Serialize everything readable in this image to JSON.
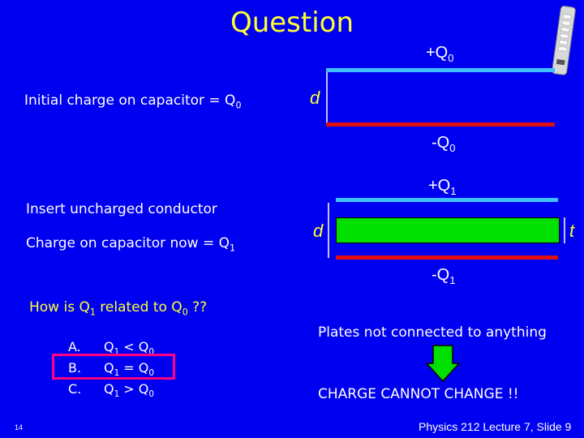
{
  "title": "Question",
  "top_capacitor": {
    "top_label": "+Q",
    "top_sub": "0",
    "bottom_label": "-Q",
    "bottom_sub": "0",
    "gap_label": "d"
  },
  "bottom_capacitor": {
    "top_label": "+Q",
    "top_sub": "1",
    "bottom_label": "-Q",
    "bottom_sub": "1",
    "gap_label": "d",
    "thickness_label": "t"
  },
  "text": {
    "initial_charge": "Initial charge on capacitor = Q",
    "initial_charge_sub": "0",
    "insert": "Insert uncharged conductor",
    "charge_now": "Charge on capacitor now = Q",
    "charge_now_sub": "1",
    "question_pre": "How is Q",
    "question_sub1": "1",
    "question_mid": " related to Q",
    "question_sub2": "0",
    "question_post": " ??",
    "plates_note": "Plates not connected to anything",
    "conclusion": "CHARGE CANNOT CHANGE !!"
  },
  "choices": [
    {
      "letter": "A.",
      "lhs": "Q",
      "lhs_sub": "1",
      "op": " < Q",
      "rhs_sub": "0"
    },
    {
      "letter": "B.",
      "lhs": "Q",
      "lhs_sub": "1",
      "op": " = Q",
      "rhs_sub": "0"
    },
    {
      "letter": "C.",
      "lhs": "Q",
      "lhs_sub": "1",
      "op": " > Q",
      "rhs_sub": "0"
    }
  ],
  "footer": "Physics 212 Lecture 7, Slide 9",
  "slide_number": "14",
  "colors": {
    "background": "#0000f0",
    "title": "#ffff33",
    "positive_plate": "#40c0ff",
    "negative_plate": "#e01010",
    "conductor": "#00e000",
    "highlight_box": "#ff0080"
  }
}
